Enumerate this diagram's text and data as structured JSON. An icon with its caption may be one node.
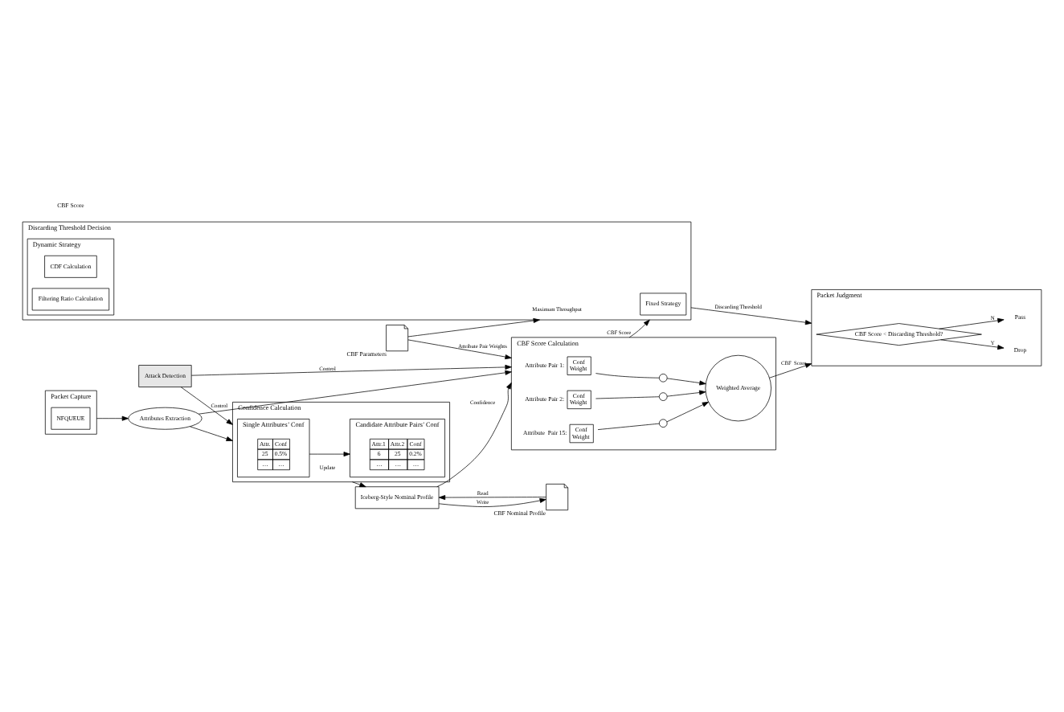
{
  "diagram": {
    "nodes": [
      {
        "text": [
          "Discarding Threshold Decision"
        ]
      },
      {
        "text": [
          "Dynamic Strategy"
        ],
        "in": 0
      },
      {
        "text": [
          "Fixed Strategy"
        ],
        "in": 0
      },
      {
        "text": [
          "CDF Calculation"
        ],
        "in": 1
      },
      {
        "text": [
          "Filtering Ratio Calculation"
        ],
        "in": 1
      },
      {
        "text": [],
        "shape": "document",
        "beside": [
          "CBF Parameters"
        ]
      },
      {
        "text": [
          "Packet Judgment"
        ]
      },
      {
        "text": [
          "CBF Score < Discarding Threshold?"
        ],
        "in": 6
      },
      {
        "text": [
          "Drop"
        ],
        "in": 6
      },
      {
        "text": [
          "Pass"
        ],
        "in": 6
      },
      {
        "text": [
          "CBF Score Calculation"
        ]
      },
      {
        "text": [
          "Conf",
          "Weight"
        ],
        "in": 10,
        "beside": [
          "Attribute Pair 1:"
        ]
      },
      {
        "text": [],
        "shape": "circle",
        "in": 10
      },
      {
        "text": [
          "Conf",
          "Weight"
        ],
        "in": 10,
        "beside": [
          "Attribute Pair 2:"
        ]
      },
      {
        "text": [],
        "shape": "circle",
        "in": 10
      },
      {
        "text": [
          "Conf",
          "Weight"
        ],
        "in": 10,
        "beside": [
          "Attribute  Pair 15:"
        ]
      },
      {
        "text": [],
        "shape": "circle",
        "in": 10
      },
      {
        "text": [
          "Weighted Average"
        ],
        "in": 10
      },
      {
        "text": [
          "Packet Capture"
        ]
      },
      {
        "text": [
          "NFQUEUE"
        ],
        "in": 18
      },
      {
        "text": [
          "Attributes Extraction"
        ]
      },
      {
        "text": [
          "Attack Detection"
        ]
      },
      {
        "text": [
          "Confidence Calculation"
        ]
      },
      {
        "text": [
          "Single Attributes’ Conf"
        ],
        "in": 22
      },
      {
        "text": [
          "Attr.",
          "Conf",
          "25",
          "0.5%",
          "…",
          "…"
        ],
        "in": 23
      },
      {
        "text": [
          "Candidate Attribute Pairs’ Conf"
        ],
        "in": 22
      },
      {
        "text": [
          "Attr.1",
          "Attr.2",
          "Conf",
          "6",
          "25",
          "0.2%",
          "…",
          "…",
          "…"
        ],
        "in": 25
      },
      {
        "text": [
          "Iceberg-Style Nominal Profile"
        ]
      },
      {
        "text": [],
        "shape": "document",
        "beside": [
          "CBF Nominal Profile"
        ]
      }
    ],
    "edges": [
      {
        "from": 18,
        "to": 20,
        "arrow": "to"
      },
      {
        "from": 20,
        "to": 10,
        "arrow": "to"
      },
      {
        "from": 20,
        "to": 22,
        "arrow": "to"
      },
      {
        "from": 10,
        "to": 0,
        "label": "CBF Score",
        "arrow": "to"
      },
      {
        "from": 5,
        "to": 0,
        "label": "Maximum Throughput",
        "arrow": "to"
      },
      {
        "from": 5,
        "to": 10,
        "label": "Attribute Pair Weights",
        "arrow": "to"
      },
      {
        "from": 0,
        "to": 6,
        "label": "Discarding Threshold",
        "arrow": "to"
      },
      {
        "from": 11,
        "to": 12,
        "arrow": "none"
      },
      {
        "from": 13,
        "to": 14,
        "arrow": "none"
      },
      {
        "from": 15,
        "to": 16,
        "arrow": "none"
      },
      {
        "from": 12,
        "to": 17,
        "arrow": "to"
      },
      {
        "from": 14,
        "to": 17,
        "arrow": "to"
      },
      {
        "from": 16,
        "to": 17,
        "arrow": "to"
      },
      {
        "from": 17,
        "to": 6,
        "label": "CBF  Score",
        "arrow": "to"
      },
      {
        "from": 7,
        "to": 8,
        "label": "Y",
        "arrow": "to"
      },
      {
        "from": 7,
        "to": 9,
        "label": "N",
        "arrow": "to"
      },
      {
        "from": 21,
        "to": 10,
        "label": "Control",
        "arrow": "to"
      },
      {
        "from": 21,
        "to": 22,
        "label": "Control",
        "arrow": "to"
      },
      {
        "from": 27,
        "to": 10,
        "label": "Confidence",
        "arrow": "to"
      },
      {
        "from": 22,
        "to": 27,
        "label": "Update",
        "arrow": "to"
      },
      {
        "from": 28,
        "to": 27,
        "label": "Read",
        "arrow": "to"
      },
      {
        "from": 27,
        "to": 28,
        "label": "Write",
        "arrow": "to"
      },
      {
        "from": 23,
        "to": 25,
        "arrow": "to"
      }
    ],
    "labels": [
      "CBF Score"
    ]
  }
}
